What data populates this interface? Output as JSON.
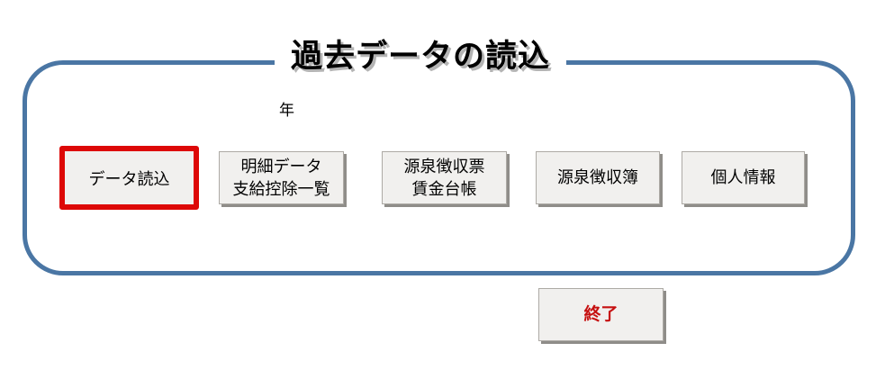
{
  "group_box": {
    "title": "過去データの読込",
    "border_color": "#4a76a4"
  },
  "year_label": "年",
  "buttons": {
    "load": {
      "label": "データ読込",
      "highlight_border_color": "#dd0806"
    },
    "detail": {
      "label_line1": "明細データ",
      "label_line2": "支給控除一覧"
    },
    "withholding_slip_wage_ledger": {
      "label_line1": "源泉徴収票",
      "label_line2": "賃金台帳"
    },
    "withholding_book": {
      "label": "源泉徴収簿"
    },
    "personal_info": {
      "label": "個人情報"
    },
    "exit": {
      "label": "終了",
      "text_color": "#c61010"
    }
  }
}
